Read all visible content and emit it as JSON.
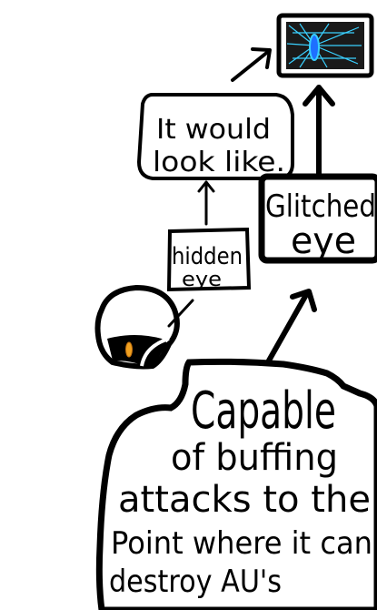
{
  "nodes": {
    "preview": {
      "text": ""
    },
    "would_look": {
      "lines": [
        "It would",
        "look like."
      ]
    },
    "glitched": {
      "lines": [
        "Glitched",
        "eye"
      ]
    },
    "hidden": {
      "lines": [
        "hidden",
        "eye"
      ]
    },
    "capable": {
      "lines": [
        "Capable",
        "of buffing",
        "attacks to the",
        "Point where it can",
        "destroy AU's"
      ]
    }
  },
  "colors": {
    "ink": "#000000",
    "paper": "#ffffff",
    "glitch_blue": "#1e6fff",
    "glitch_cyan": "#3ad0ff",
    "eye_orange": "#f0a020"
  }
}
